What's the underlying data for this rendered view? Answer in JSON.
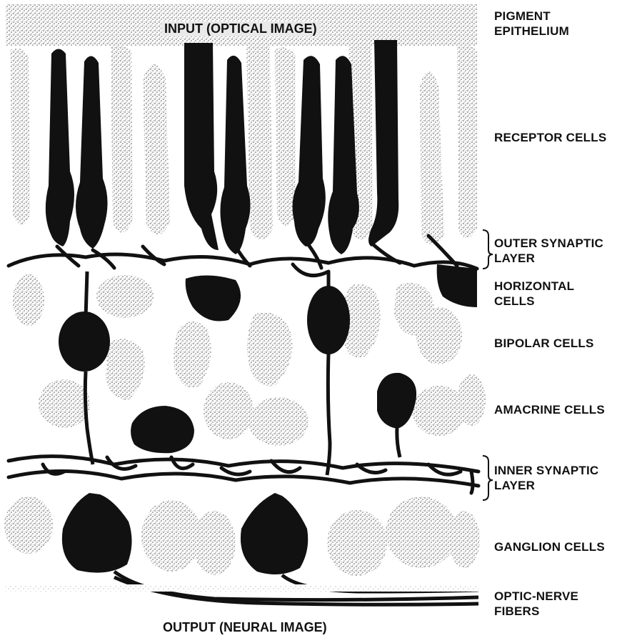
{
  "diagram": {
    "input_label": "INPUT (OPTICAL IMAGE)",
    "output_label": "OUTPUT (NEURAL IMAGE)",
    "layers": [
      {
        "id": "pigment",
        "lines": [
          "PIGMENT",
          "EPITHELIUM"
        ]
      },
      {
        "id": "receptor",
        "lines": [
          "RECEPTOR CELLS"
        ]
      },
      {
        "id": "outer-synaptic",
        "lines": [
          "OUTER SYNAPTIC",
          "LAYER"
        ]
      },
      {
        "id": "horizontal",
        "lines": [
          "HORIZONTAL",
          "CELLS"
        ]
      },
      {
        "id": "bipolar",
        "lines": [
          "BIPOLAR CELLS"
        ]
      },
      {
        "id": "amacrine",
        "lines": [
          "AMACRINE CELLS"
        ]
      },
      {
        "id": "inner-synaptic",
        "lines": [
          "INNER SYNAPTIC",
          "LAYER"
        ]
      },
      {
        "id": "ganglion",
        "lines": [
          "GANGLION CELLS"
        ]
      },
      {
        "id": "optic-nerve",
        "lines": [
          "OPTIC-NERVE",
          "FIBERS"
        ]
      }
    ]
  }
}
